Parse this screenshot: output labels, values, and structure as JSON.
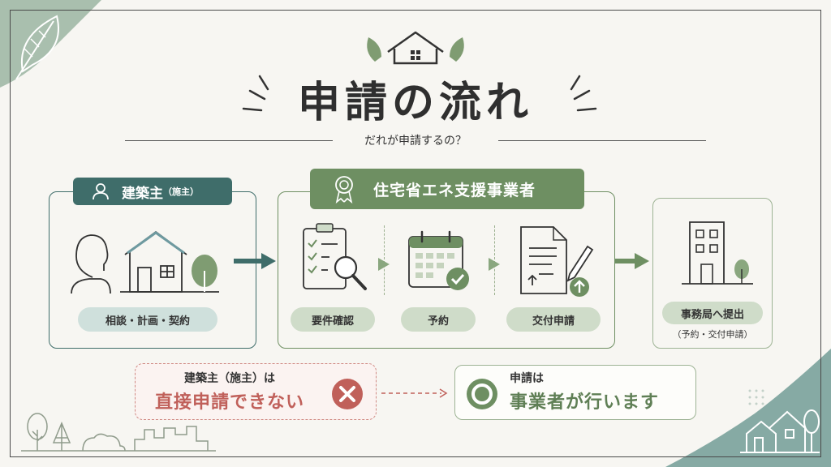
{
  "title": "申請の流れ",
  "subtitle": "だれが申請するの？",
  "owner": {
    "name": "建築主",
    "name_sub": "（施主）",
    "activity": "相談・計画・契約"
  },
  "business": {
    "name": "住宅省エネ支援事業者",
    "steps": [
      "要件確認",
      "予約",
      "交付申請"
    ]
  },
  "office": {
    "label": "事務局へ提出",
    "note": "（予約・交付申請）"
  },
  "notice_no": {
    "line1": "建築主（施主）は",
    "line2": "直接申請できない"
  },
  "notice_yes": {
    "line1": "申請は",
    "line2": "事業者が行います"
  },
  "colors": {
    "teal": "#3f6d6a",
    "green": "#6e8f62",
    "light_green": "#cfdcc9",
    "red": "#c0605a",
    "background": "#f7f6f2"
  }
}
